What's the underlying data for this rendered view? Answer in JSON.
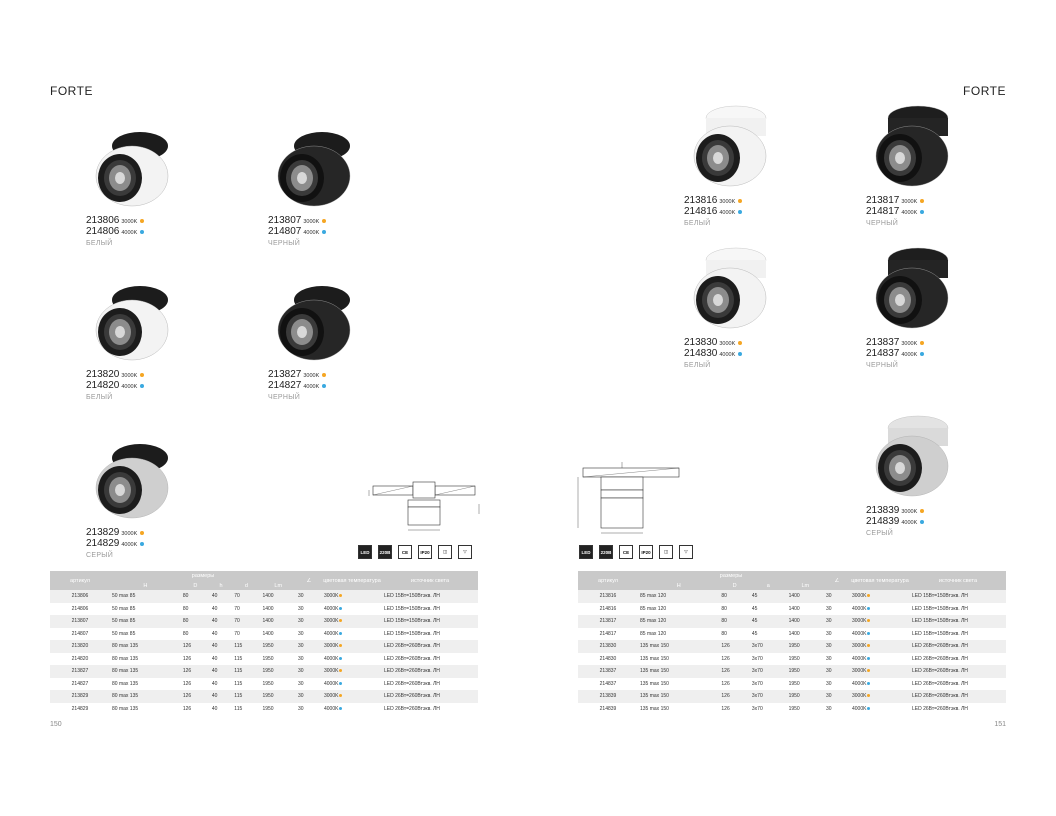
{
  "left": {
    "series": "FORTE",
    "page_number": "150",
    "products": [
      {
        "codes": [
          {
            "code": "213806",
            "temp": "3000K",
            "tone": "warm"
          },
          {
            "code": "214806",
            "temp": "4000K",
            "tone": "cool"
          }
        ],
        "color": "БЕЛЫЙ",
        "finish": "white"
      },
      {
        "codes": [
          {
            "code": "213807",
            "temp": "3000K",
            "tone": "warm"
          },
          {
            "code": "214807",
            "temp": "4000K",
            "tone": "cool"
          }
        ],
        "color": "ЧЕРНЫЙ",
        "finish": "black"
      },
      {
        "codes": [
          {
            "code": "213820",
            "temp": "3000K",
            "tone": "warm"
          },
          {
            "code": "214820",
            "temp": "4000K",
            "tone": "cool"
          }
        ],
        "color": "БЕЛЫЙ",
        "finish": "white"
      },
      {
        "codes": [
          {
            "code": "213827",
            "temp": "3000K",
            "tone": "warm"
          },
          {
            "code": "214827",
            "temp": "4000K",
            "tone": "cool"
          }
        ],
        "color": "ЧЕРНЫЙ",
        "finish": "black"
      },
      {
        "codes": [
          {
            "code": "213829",
            "temp": "3000K",
            "tone": "warm"
          },
          {
            "code": "214829",
            "temp": "4000K",
            "tone": "cool"
          }
        ],
        "color": "СЕРЫЙ",
        "finish": "grey"
      }
    ],
    "icons": [
      "LED",
      "220В",
      "CE",
      "IP20",
      "class-II",
      "angle"
    ],
    "table": {
      "group_header": "размеры",
      "headers": [
        "артикул",
        "H",
        "D",
        "h",
        "d",
        "Lm",
        "angle",
        "цветовая температура",
        "источник света"
      ],
      "rows": [
        [
          "213806",
          "50 max 85",
          "80",
          "40",
          "70",
          "1400",
          "30",
          "3000K",
          "warm",
          "LED 15Вт=150Втэкв. ЛН"
        ],
        [
          "214806",
          "50 max 85",
          "80",
          "40",
          "70",
          "1400",
          "30",
          "4000K",
          "cool",
          "LED 15Вт=150Втэкв. ЛН"
        ],
        [
          "213807",
          "50 max 85",
          "80",
          "40",
          "70",
          "1400",
          "30",
          "3000K",
          "warm",
          "LED 15Вт=150Втэкв. ЛН"
        ],
        [
          "214807",
          "50 max 85",
          "80",
          "40",
          "70",
          "1400",
          "30",
          "4000K",
          "cool",
          "LED 15Вт=150Втэкв. ЛН"
        ],
        [
          "213820",
          "80 max 135",
          "126",
          "40",
          "115",
          "1950",
          "30",
          "3000K",
          "warm",
          "LED 26Вт=260Втэкв. ЛН"
        ],
        [
          "214820",
          "80 max 135",
          "126",
          "40",
          "115",
          "1950",
          "30",
          "4000K",
          "cool",
          "LED 26Вт=260Втэкв. ЛН"
        ],
        [
          "213827",
          "80 max 135",
          "126",
          "40",
          "115",
          "1950",
          "30",
          "3000K",
          "warm",
          "LED 26Вт=260Втэкв. ЛН"
        ],
        [
          "214827",
          "80 max 135",
          "126",
          "40",
          "115",
          "1950",
          "30",
          "4000K",
          "cool",
          "LED 26Вт=260Втэкв. ЛН"
        ],
        [
          "213829",
          "80 max 135",
          "126",
          "40",
          "115",
          "1950",
          "30",
          "3000K",
          "warm",
          "LED 26Вт=260Втэкв. ЛН"
        ],
        [
          "214829",
          "80 max 135",
          "126",
          "40",
          "115",
          "1950",
          "30",
          "4000K",
          "cool",
          "LED 26Вт=260Втэкв. ЛН"
        ]
      ]
    }
  },
  "right": {
    "series": "FORTE",
    "page_number": "151",
    "products": [
      {
        "codes": [
          {
            "code": "213816",
            "temp": "3000K",
            "tone": "warm"
          },
          {
            "code": "214816",
            "temp": "4000K",
            "tone": "cool"
          }
        ],
        "color": "БЕЛЫЙ",
        "finish": "white"
      },
      {
        "codes": [
          {
            "code": "213817",
            "temp": "3000K",
            "tone": "warm"
          },
          {
            "code": "214817",
            "temp": "4000K",
            "tone": "cool"
          }
        ],
        "color": "ЧЕРНЫЙ",
        "finish": "black"
      },
      {
        "codes": [
          {
            "code": "213830",
            "temp": "3000K",
            "tone": "warm"
          },
          {
            "code": "214830",
            "temp": "4000K",
            "tone": "cool"
          }
        ],
        "color": "БЕЛЫЙ",
        "finish": "white"
      },
      {
        "codes": [
          {
            "code": "213837",
            "temp": "3000K",
            "tone": "warm"
          },
          {
            "code": "214837",
            "temp": "4000K",
            "tone": "cool"
          }
        ],
        "color": "ЧЕРНЫЙ",
        "finish": "black"
      },
      {
        "codes": [
          {
            "code": "213839",
            "temp": "3000K",
            "tone": "warm"
          },
          {
            "code": "214839",
            "temp": "4000K",
            "tone": "cool"
          }
        ],
        "color": "СЕРЫЙ",
        "finish": "grey"
      }
    ],
    "icons": [
      "LED",
      "220В",
      "CE",
      "IP20",
      "class-II",
      "angle"
    ],
    "table": {
      "group_header": "размеры",
      "headers": [
        "артикул",
        "H",
        "D",
        "a",
        "Lm",
        "angle",
        "цветовая температура",
        "источник света"
      ],
      "rows": [
        [
          "213816",
          "85 max 120",
          "80",
          "45",
          "1400",
          "30",
          "3000K",
          "warm",
          "LED 15Вт=150Втэкв. ЛН"
        ],
        [
          "214816",
          "85 max 120",
          "80",
          "45",
          "1400",
          "30",
          "4000K",
          "cool",
          "LED 15Вт=150Втэкв. ЛН"
        ],
        [
          "213817",
          "85 max 120",
          "80",
          "45",
          "1400",
          "30",
          "3000K",
          "warm",
          "LED 15Вт=150Втэкв. ЛН"
        ],
        [
          "214817",
          "85 max 120",
          "80",
          "45",
          "1400",
          "30",
          "4000K",
          "cool",
          "LED 15Вт=150Втэкв. ЛН"
        ],
        [
          "213830",
          "135 max 150",
          "126",
          "3x70",
          "1950",
          "30",
          "3000K",
          "warm",
          "LED 26Вт=260Втэкв. ЛН"
        ],
        [
          "214830",
          "135 max 150",
          "126",
          "3x70",
          "1950",
          "30",
          "4000K",
          "cool",
          "LED 26Вт=260Втэкв. ЛН"
        ],
        [
          "213837",
          "135 max 150",
          "126",
          "3x70",
          "1950",
          "30",
          "3000K",
          "warm",
          "LED 26Вт=260Втэкв. ЛН"
        ],
        [
          "214837",
          "135 max 150",
          "126",
          "3x70",
          "1950",
          "30",
          "4000K",
          "cool",
          "LED 26Вт=260Втэкв. ЛН"
        ],
        [
          "213839",
          "135 max 150",
          "126",
          "3x70",
          "1950",
          "30",
          "3000K",
          "warm",
          "LED 26Вт=260Втэкв. ЛН"
        ],
        [
          "214839",
          "135 max 150",
          "126",
          "3x70",
          "1950",
          "30",
          "4000K",
          "cool",
          "LED 26Вт=260Втэкв. ЛН"
        ]
      ]
    }
  },
  "colors": {
    "warm": "#f5a623",
    "cool": "#3aa9e0",
    "header": "#c9c9c9"
  }
}
